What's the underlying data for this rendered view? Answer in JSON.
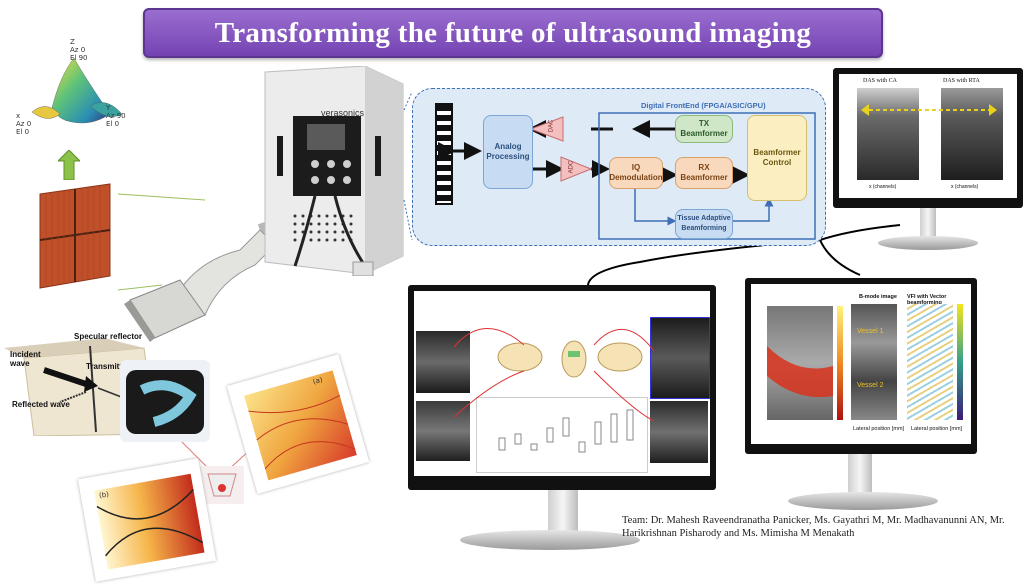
{
  "title": "Transforming the future of ultrasound imaging",
  "system_brand": "verasonics",
  "block_diagram": {
    "fpga_label": "Digital FrontEnd (FPGA/ASIC/GPU)",
    "analog_processing": "Analog\nProcessing",
    "dac": "DAC",
    "adc": "ADC",
    "tx_beamformer": "TX\nBeamformer",
    "iq_demodulation": "IQ\nDemodulation",
    "rx_beamformer": "RX\nBeamformer",
    "beamformer_control": "Beamformer\nControl",
    "tissue_adaptive": "Tissue Adaptive\nBeamforming"
  },
  "wave_diagram": {
    "specular_reflector": "Specular reflector",
    "incident_wave": "Incident\nwave",
    "transmitted_wave": "Transmitted wave",
    "reflected_wave": "Reflected wave"
  },
  "polar_plot": {
    "z_label": "Z",
    "top_az": "Az 0",
    "top_el": "El 90",
    "x_label": "x",
    "left_az": "Az 0",
    "left_el": "El 0",
    "y_label": "Y",
    "right_az": "Az 90",
    "right_el": "El 0"
  },
  "top_right_monitor": {
    "left_title": "DAS with CA",
    "right_title": "DAS with RTA",
    "xlabel": "x (channels)"
  },
  "right_monitor": {
    "panel1_title": "B-mode image",
    "panel2_title": "VFI with Vector beamforming",
    "xlabel": "Lateral position [mm]",
    "vessel1": "Vessel 1",
    "vessel2": "Vessel 2"
  },
  "plot_labels": {
    "panel_a": "(a)",
    "panel_b": "(b)"
  },
  "team": "Team: Dr. Mahesh Raveendranatha Panicker, Ms. Gayathri M, Mr. Madhavanunni AN, Mr. Harikrishnan Pisharody and Ms. Mimisha M Menakath"
}
